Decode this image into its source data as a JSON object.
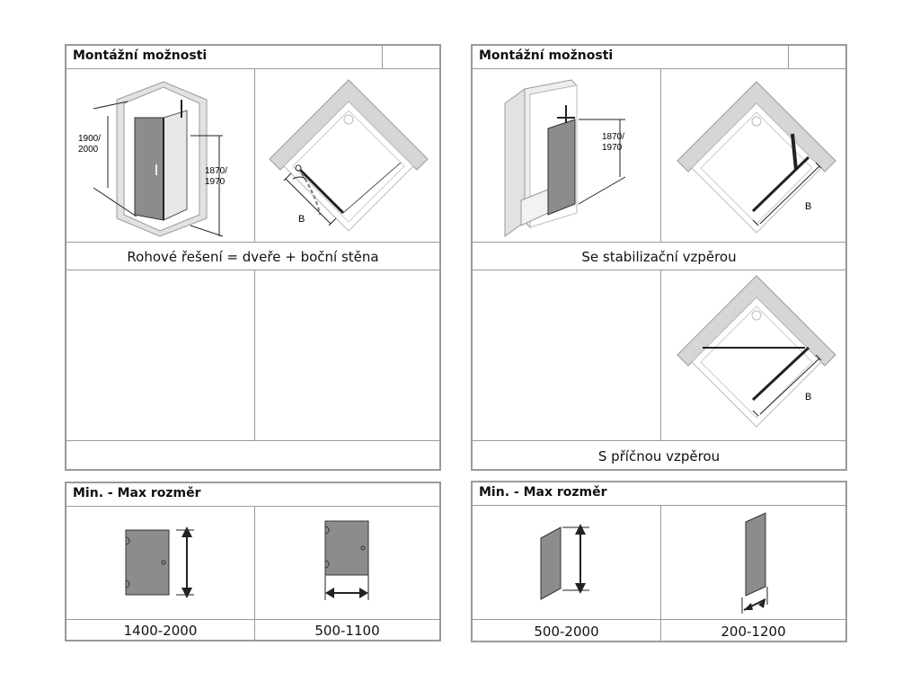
{
  "mount_left": {
    "title": "Montážní možnosti",
    "caption_top": "Rohové řešení = dveře + boční stěna",
    "label_height_a": "1900/",
    "label_height_b": "2000",
    "label_height_c": "1870/",
    "label_height_d": "1970",
    "label_b": "B"
  },
  "mount_right": {
    "title": "Montážní možnosti",
    "caption_top": "Se stabilizační vzpěrou",
    "caption_bottom": "S příčnou vzpěrou",
    "label_height_a": "1870/",
    "label_height_b": "1970",
    "label_b_top": "B",
    "label_b_bottom": "B"
  },
  "dims_left": {
    "title": "Min. - Max rozměr",
    "value_1": "1400-2000",
    "value_2": "500-1100"
  },
  "dims_right": {
    "title": "Min. - Max rozměr",
    "value_1": "500-2000",
    "value_2": "200-1200"
  },
  "colors": {
    "border": "#9a9a9a",
    "wall": "#d8d8d8",
    "glass": "#8c8c8c",
    "line": "#222222"
  }
}
